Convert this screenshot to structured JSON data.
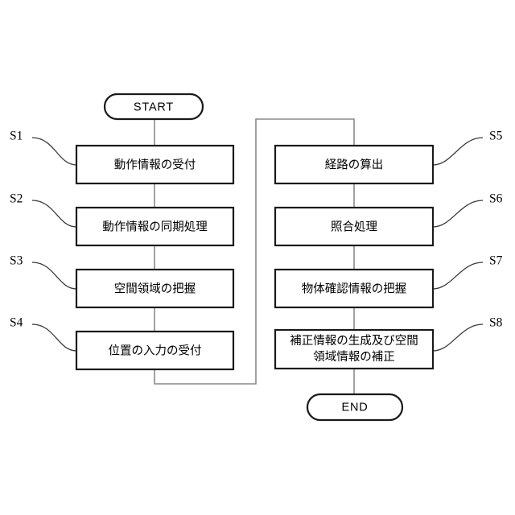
{
  "diagram": {
    "title": "",
    "background_color": "#ffffff",
    "line_color": "#8a8a8a",
    "box_border_color": "#1a1a1a",
    "text_color": "#000000"
  },
  "terminals": {
    "start": "START",
    "end": "END"
  },
  "left_column": [
    {
      "step": "S1",
      "text": "動作情報の受付"
    },
    {
      "step": "S2",
      "text": "動作情報の同期処理"
    },
    {
      "step": "S3",
      "text": "空間領域の把握"
    },
    {
      "step": "S4",
      "text": "位置の入力の受付"
    }
  ],
  "right_column": [
    {
      "step": "S5",
      "text": "経路の算出"
    },
    {
      "step": "S6",
      "text": "照合処理"
    },
    {
      "step": "S7",
      "text": "物体確認情報の把握"
    },
    {
      "step": "S8",
      "text_line1": "補正情報の生成及び空間",
      "text_line2": "領域情報の補正"
    }
  ]
}
